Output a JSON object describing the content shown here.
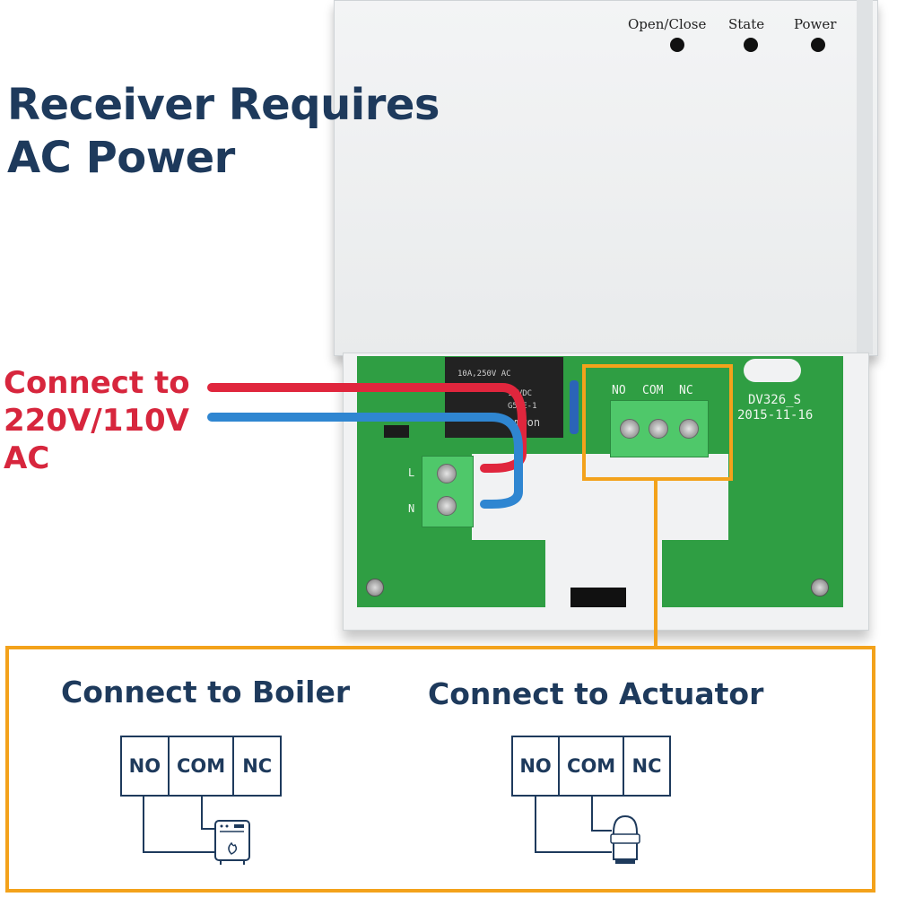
{
  "title": {
    "line1": "Receiver Requires",
    "line2": "AC Power"
  },
  "device": {
    "led_labels": [
      "Open/Close",
      "State",
      "Power"
    ],
    "pcb_model": "DV326_S",
    "pcb_date": "2015-11-16",
    "terminal_labels": [
      "NO",
      "COM",
      "NC"
    ],
    "power_terminal_labels": [
      "L",
      "N"
    ],
    "relay_lines": [
      "10A,250V AC",
      "12VDC",
      "G5LE-1",
      "omron"
    ]
  },
  "power_label": {
    "line1": "Connect to",
    "line2": "220V/110V",
    "line3": "AC"
  },
  "boiler": {
    "title": "Connect to Boiler",
    "terminals": [
      "NO",
      "COM",
      "NC"
    ]
  },
  "actuator": {
    "title": "Connect to Actuator",
    "terminals": [
      "NO",
      "COM",
      "NC"
    ]
  },
  "colors": {
    "navy": "#1e3a5c",
    "orange": "#f3a21b",
    "red_text": "#d7263d",
    "red_wire": "#e0263d",
    "blue_wire": "#2f86d1",
    "pcb_green": "#2f9e43"
  }
}
